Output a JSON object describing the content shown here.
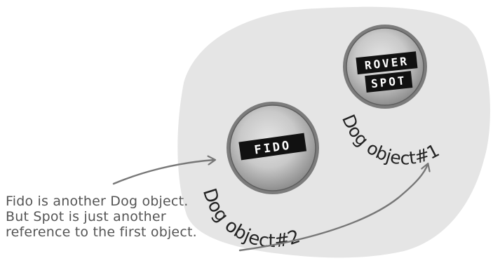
{
  "objects": [
    {
      "labels": [
        "FIDO"
      ],
      "caption": "Dog object#2"
    },
    {
      "labels": [
        "ROVER",
        "SPOT"
      ],
      "caption": "Dog object#1"
    }
  ],
  "annotation": {
    "lines": [
      "Fido is another Dog object.",
      "But Spot is just another",
      "reference to the first object."
    ]
  }
}
